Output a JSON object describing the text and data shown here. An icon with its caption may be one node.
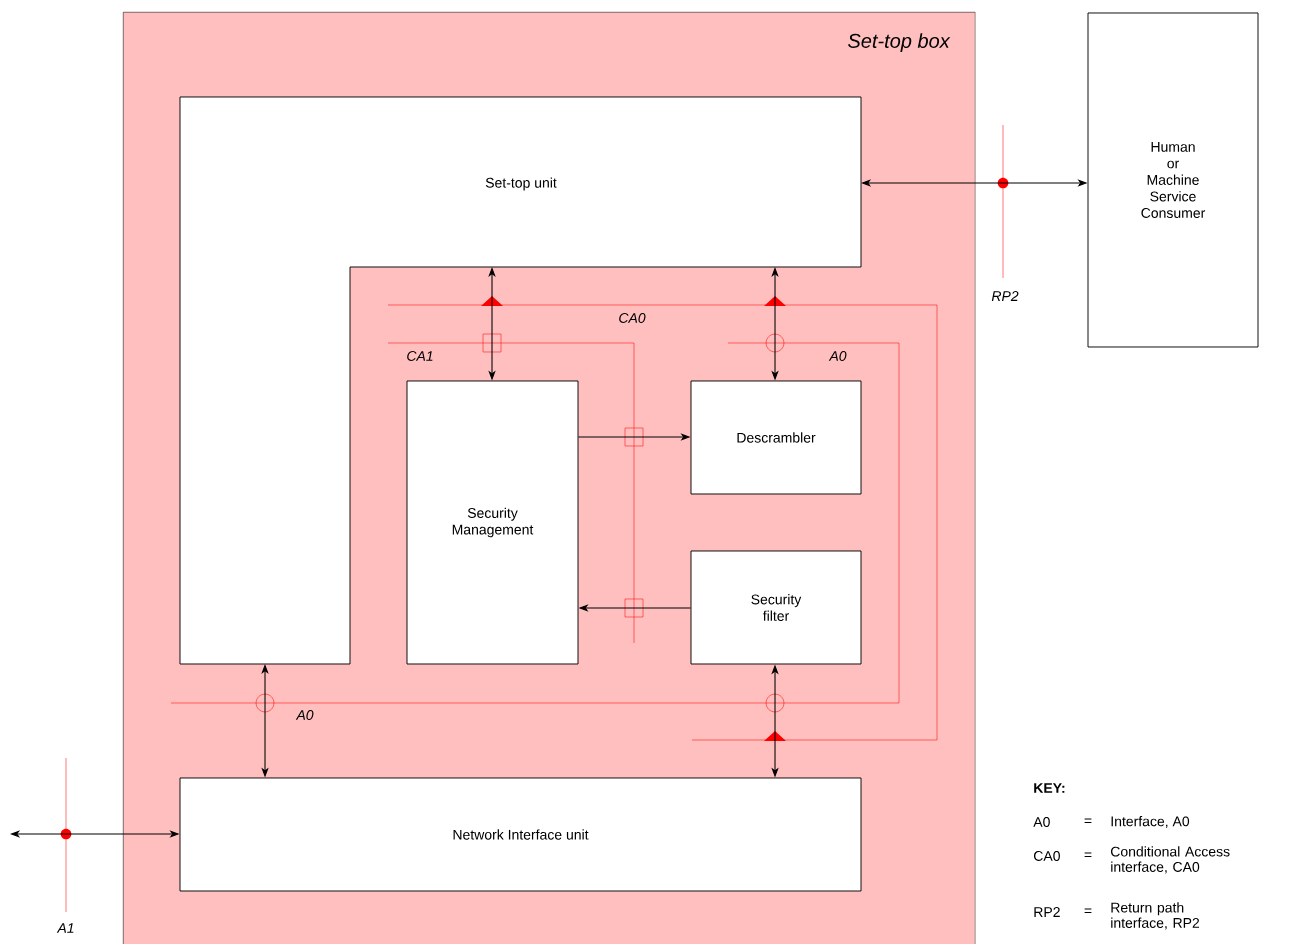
{
  "diagram": {
    "nodes": [
      {
        "text": [
          "Set-top box"
        ]
      },
      {
        "text": [
          "Set-top unit"
        ],
        "in": 0
      },
      {
        "text": [
          "Security Management"
        ],
        "in": 0
      },
      {
        "text": [
          "Descrambler"
        ],
        "in": 0
      },
      {
        "text": [
          "Security filter"
        ],
        "in": 0
      },
      {
        "text": [
          "Network Interface unit"
        ],
        "in": 0
      },
      {
        "text": [
          "Human or Machine Service Consumer"
        ]
      }
    ],
    "edges": [
      {
        "from": 1,
        "to": 6,
        "arrow": "both"
      },
      {
        "from": 1,
        "to": 2,
        "arrow": "both"
      },
      {
        "from": 1,
        "to": 3,
        "arrow": "both"
      },
      {
        "from": 2,
        "to": 3,
        "arrow": "to"
      },
      {
        "from": 4,
        "to": 2,
        "arrow": "to"
      },
      {
        "from": 1,
        "to": 5,
        "arrow": "both"
      },
      {
        "from": 4,
        "to": 5,
        "arrow": "both"
      },
      {
        "from": null,
        "to": 5,
        "arrow": "both"
      }
    ],
    "labels": [
      "CA0",
      "RP2",
      "CA1",
      "A0",
      "A0",
      "A1",
      "KEY:",
      "A0",
      "=",
      "Interface, A0",
      "CA0",
      "=",
      "Conditional Access interface, CA0",
      "RP2",
      "=",
      "Return path interface, RP2"
    ]
  }
}
